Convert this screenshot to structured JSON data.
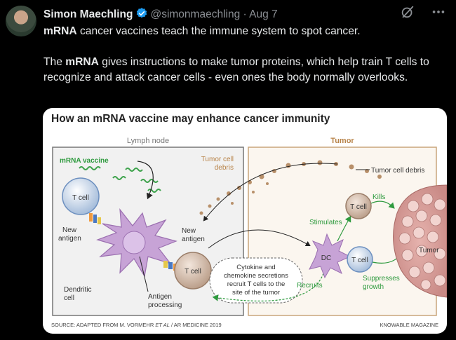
{
  "author": {
    "name": "Simon Maechling",
    "handle": "@simonmaechling",
    "separator": "·",
    "date": "Aug 7"
  },
  "icons": [
    "verified-badge-icon",
    "grok-icon",
    "more-icon"
  ],
  "tweet": {
    "p1_bold": "mRNA",
    "p1_rest": " cancer vaccines teach the immune system to spot cancer.",
    "p2_pre": "The ",
    "p2_bold": "mRNA",
    "p2_rest": " gives instructions to make tumor proteins, which help train T cells to recognize and attack cancer cells - even ones the body normally overlooks."
  },
  "figure": {
    "title": "How an mRNA vaccine may enhance cancer immunity",
    "lymph_node": "Lymph node",
    "tumor": "Tumor",
    "mrna_vaccine": "mRNA vaccine",
    "tumor_cell_debris_l1": "Tumor cell",
    "tumor_cell_debris_l2": "debris",
    "t_cell": "T cell",
    "new_antigen_l1": "New",
    "new_antigen_l2": "antigen",
    "dendritic_l1": "Dendritic",
    "dendritic_l2": "cell",
    "antigen_processing_l1": "Antigen",
    "antigen_processing_l2": "processing",
    "cytokine_l1": "Cytokine and",
    "cytokine_l2": "chemokine secretions",
    "cytokine_l3": "recruit T cells to the",
    "cytokine_l4": "site of the tumor",
    "tumor_cell_debris_right": "Tumor cell debris",
    "kills": "Kills",
    "stimulates": "Stimulates",
    "dc": "DC",
    "recruits": "Recruits",
    "suppresses_l1": "Suppresses",
    "suppresses_l2": "growth",
    "tumor_label": "Tumor",
    "source_pre": "SOURCE: ADAPTED FROM M. VORMEHR ",
    "source_italic": "ET AL",
    "source_post": " / AR MEDICINE 2019",
    "credit": "KNOWABLE MAGAZINE",
    "accent_green": "#2e9a3e",
    "accent_brown": "#b8844a",
    "cell_purple": "#c7a3d6"
  }
}
